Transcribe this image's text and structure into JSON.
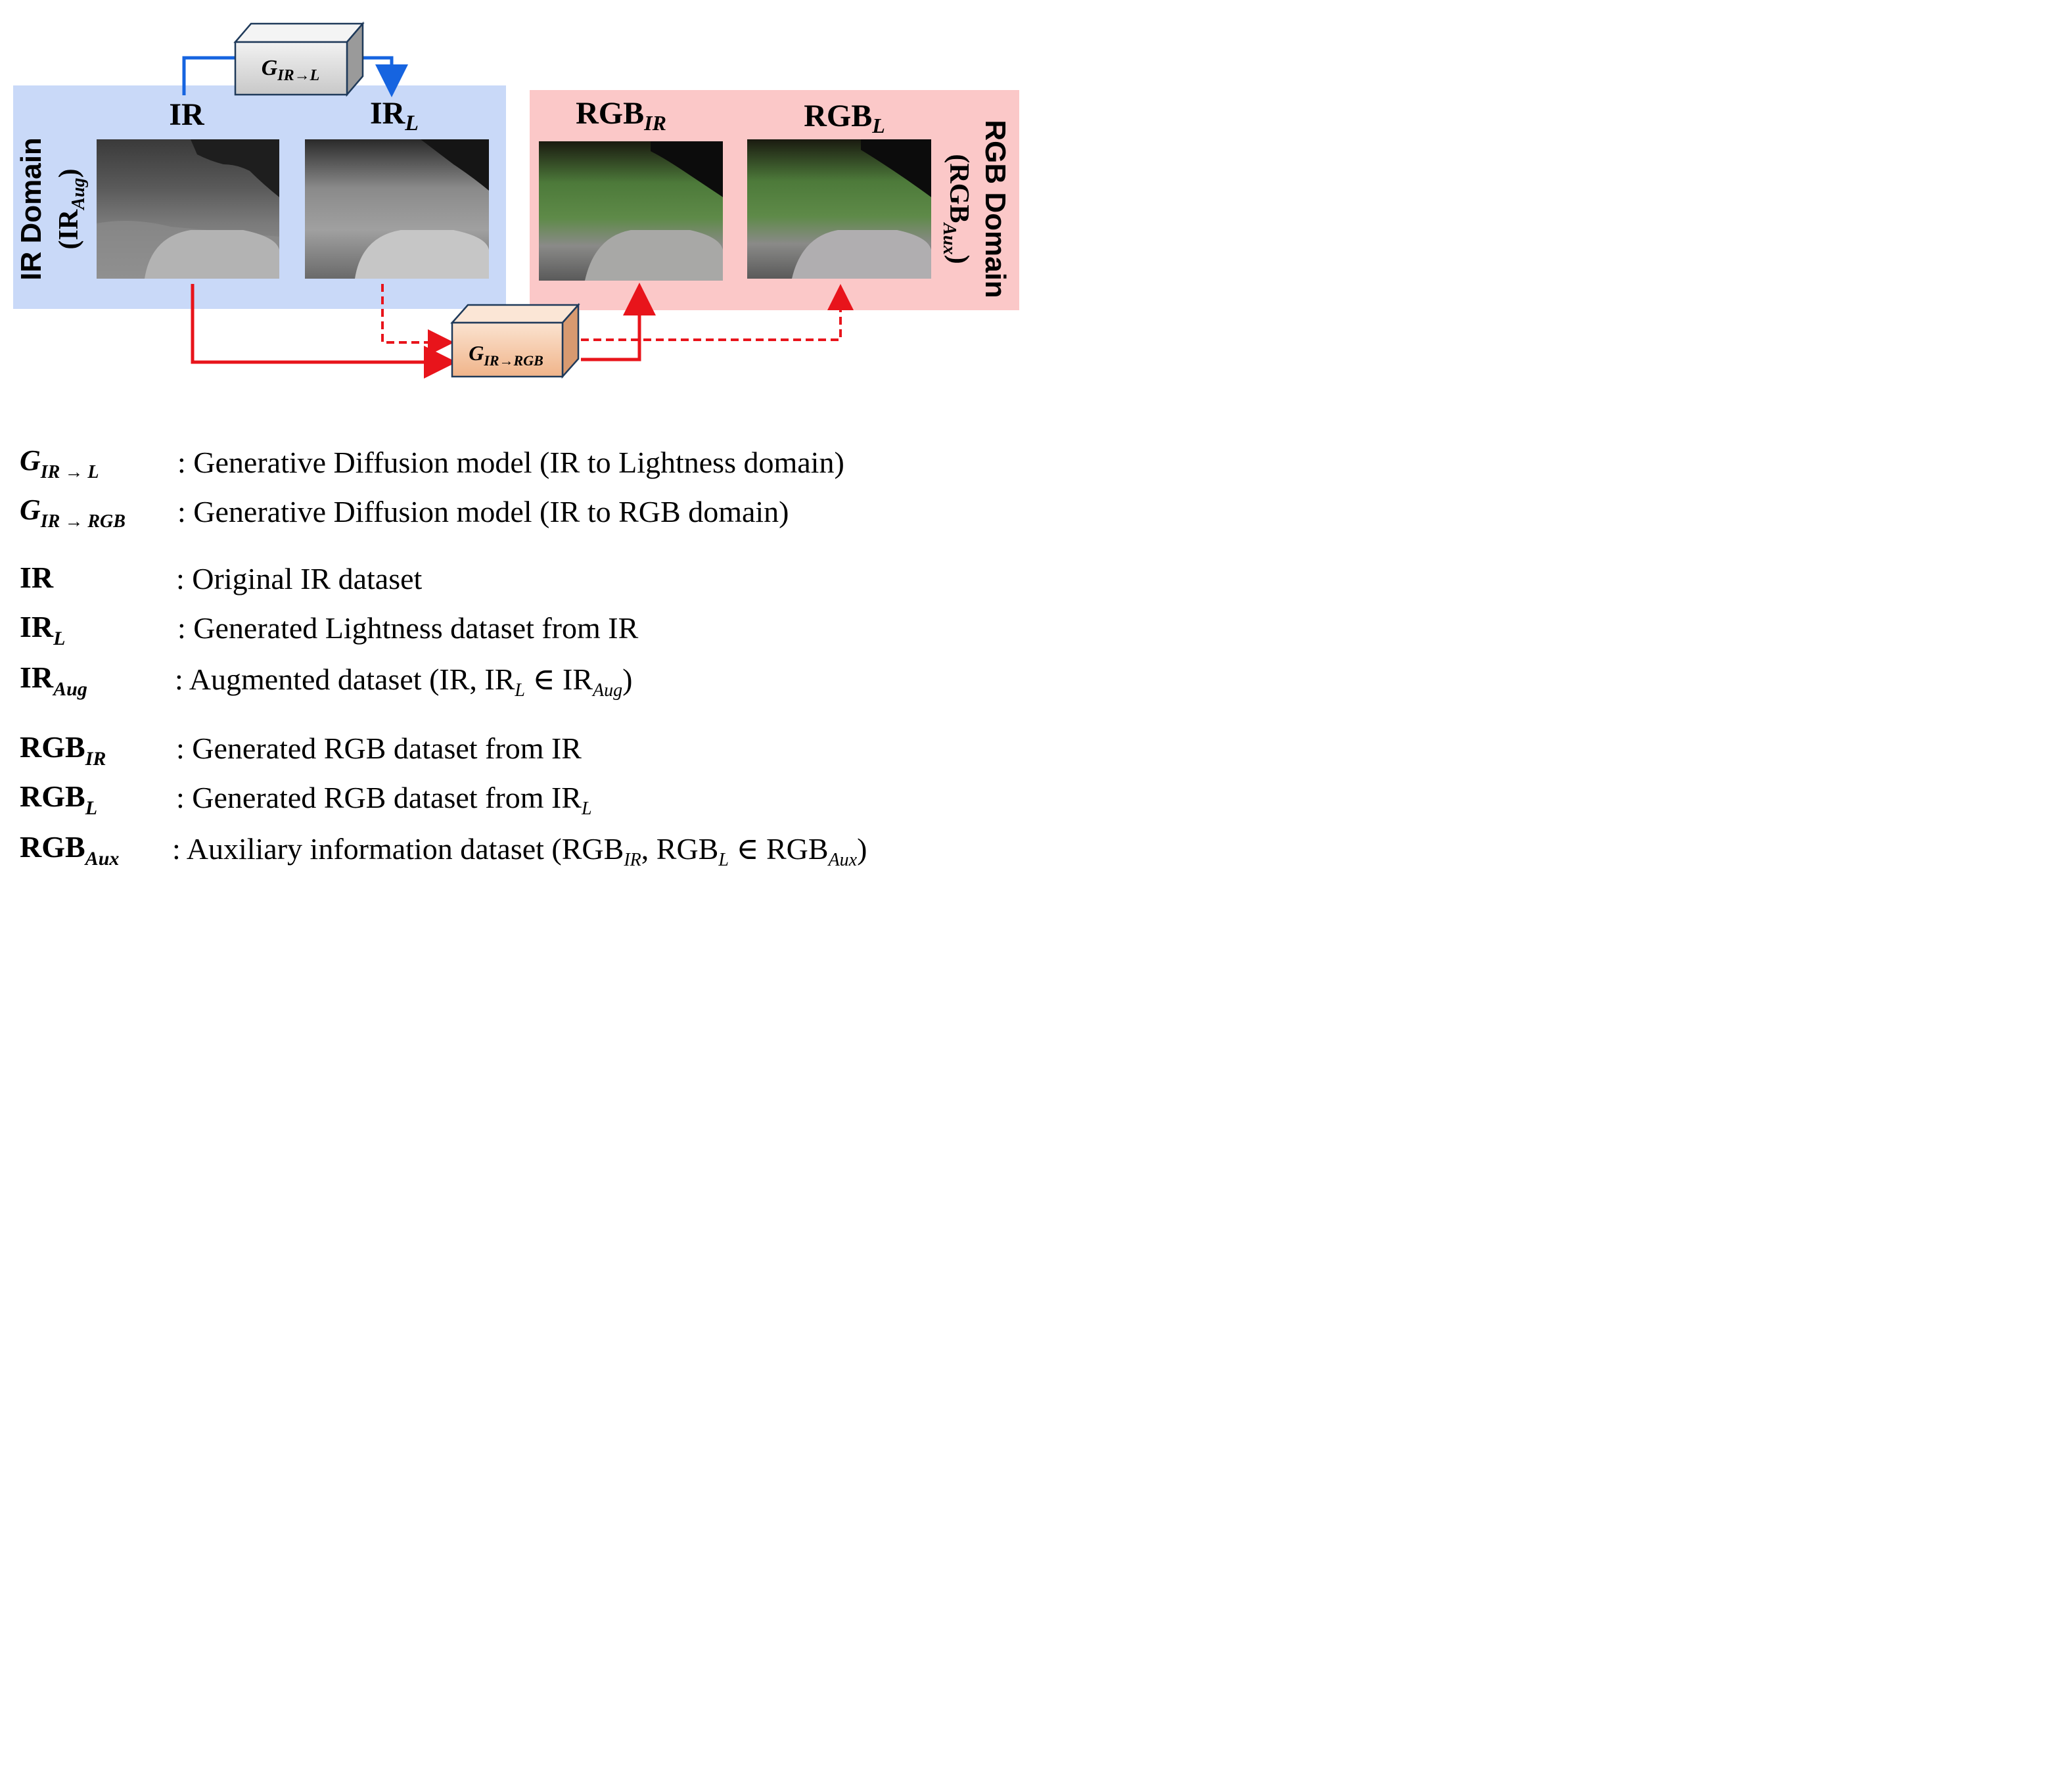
{
  "diagram": {
    "ir_domain_title": "IR Domain",
    "ir_domain_sub_base": "(IR",
    "ir_domain_sub_index": "Aug",
    "ir_domain_sub_close": ")",
    "rgb_domain_title": "RGB Domain",
    "rgb_domain_sub_base": "(RGB",
    "rgb_domain_sub_index": "Aux",
    "rgb_domain_sub_close": ")",
    "label_ir": "IR",
    "label_irl_base": "IR",
    "label_irl_sub": "L",
    "label_rgbir_base": "RGB",
    "label_rgbir_sub": "IR",
    "label_rgbl_base": "RGB",
    "label_rgbl_sub": "L",
    "gen_ir_l_base": "G",
    "gen_ir_l_sub": "IR→L",
    "gen_ir_rgb_base": "G",
    "gen_ir_rgb_sub": "IR→RGB",
    "colors": {
      "ir_domain_bg": "#c9d9f8",
      "rgb_domain_bg": "#fbc8c8",
      "blue_arrow": "#1664e0",
      "red_arrow": "#e8141b",
      "gen_box_gray": "#d9d9d9",
      "gen_box_peach": "#f6c9a6"
    },
    "images": [
      {
        "name": "ir-image",
        "desc_icon": "thermal-grayscale-photo"
      },
      {
        "name": "irl-image",
        "desc_icon": "lightness-grayscale-photo"
      },
      {
        "name": "rgbir-image",
        "desc_icon": "color-photo"
      },
      {
        "name": "rgbl-image",
        "desc_icon": "color-photo"
      }
    ]
  },
  "legend": [
    {
      "symbol_base": "G",
      "symbol_sub": "IR → L",
      "text": ": Generative Diffusion model (IR to Lightness domain)"
    },
    {
      "symbol_base": "G",
      "symbol_sub": "IR → RGB",
      "text": ": Generative Diffusion model (IR to RGB domain)"
    },
    {
      "symbol_base": "IR",
      "symbol_sub": "",
      "text": ": Original IR dataset"
    },
    {
      "symbol_base": "IR",
      "symbol_sub": "L",
      "text": ": Generated Lightness dataset from IR"
    },
    {
      "symbol_base": "IR",
      "symbol_sub": "Aug",
      "text_parts": [
        ": Augmented dataset (IR, IR",
        "L",
        " ∈ IR",
        "Aug",
        ")"
      ]
    },
    {
      "symbol_base": "RGB",
      "symbol_sub": "IR",
      "text": ": Generated RGB dataset from IR"
    },
    {
      "symbol_base": "RGB",
      "symbol_sub": "L",
      "text_parts": [
        ": Generated RGB dataset from IR",
        "L"
      ]
    },
    {
      "symbol_base": "RGB",
      "symbol_sub": "Aux",
      "text_parts": [
        ": Auxiliary information dataset (RGB",
        "IR",
        ", RGB",
        "L",
        " ∈ RGB",
        "Aux",
        ")"
      ]
    }
  ]
}
